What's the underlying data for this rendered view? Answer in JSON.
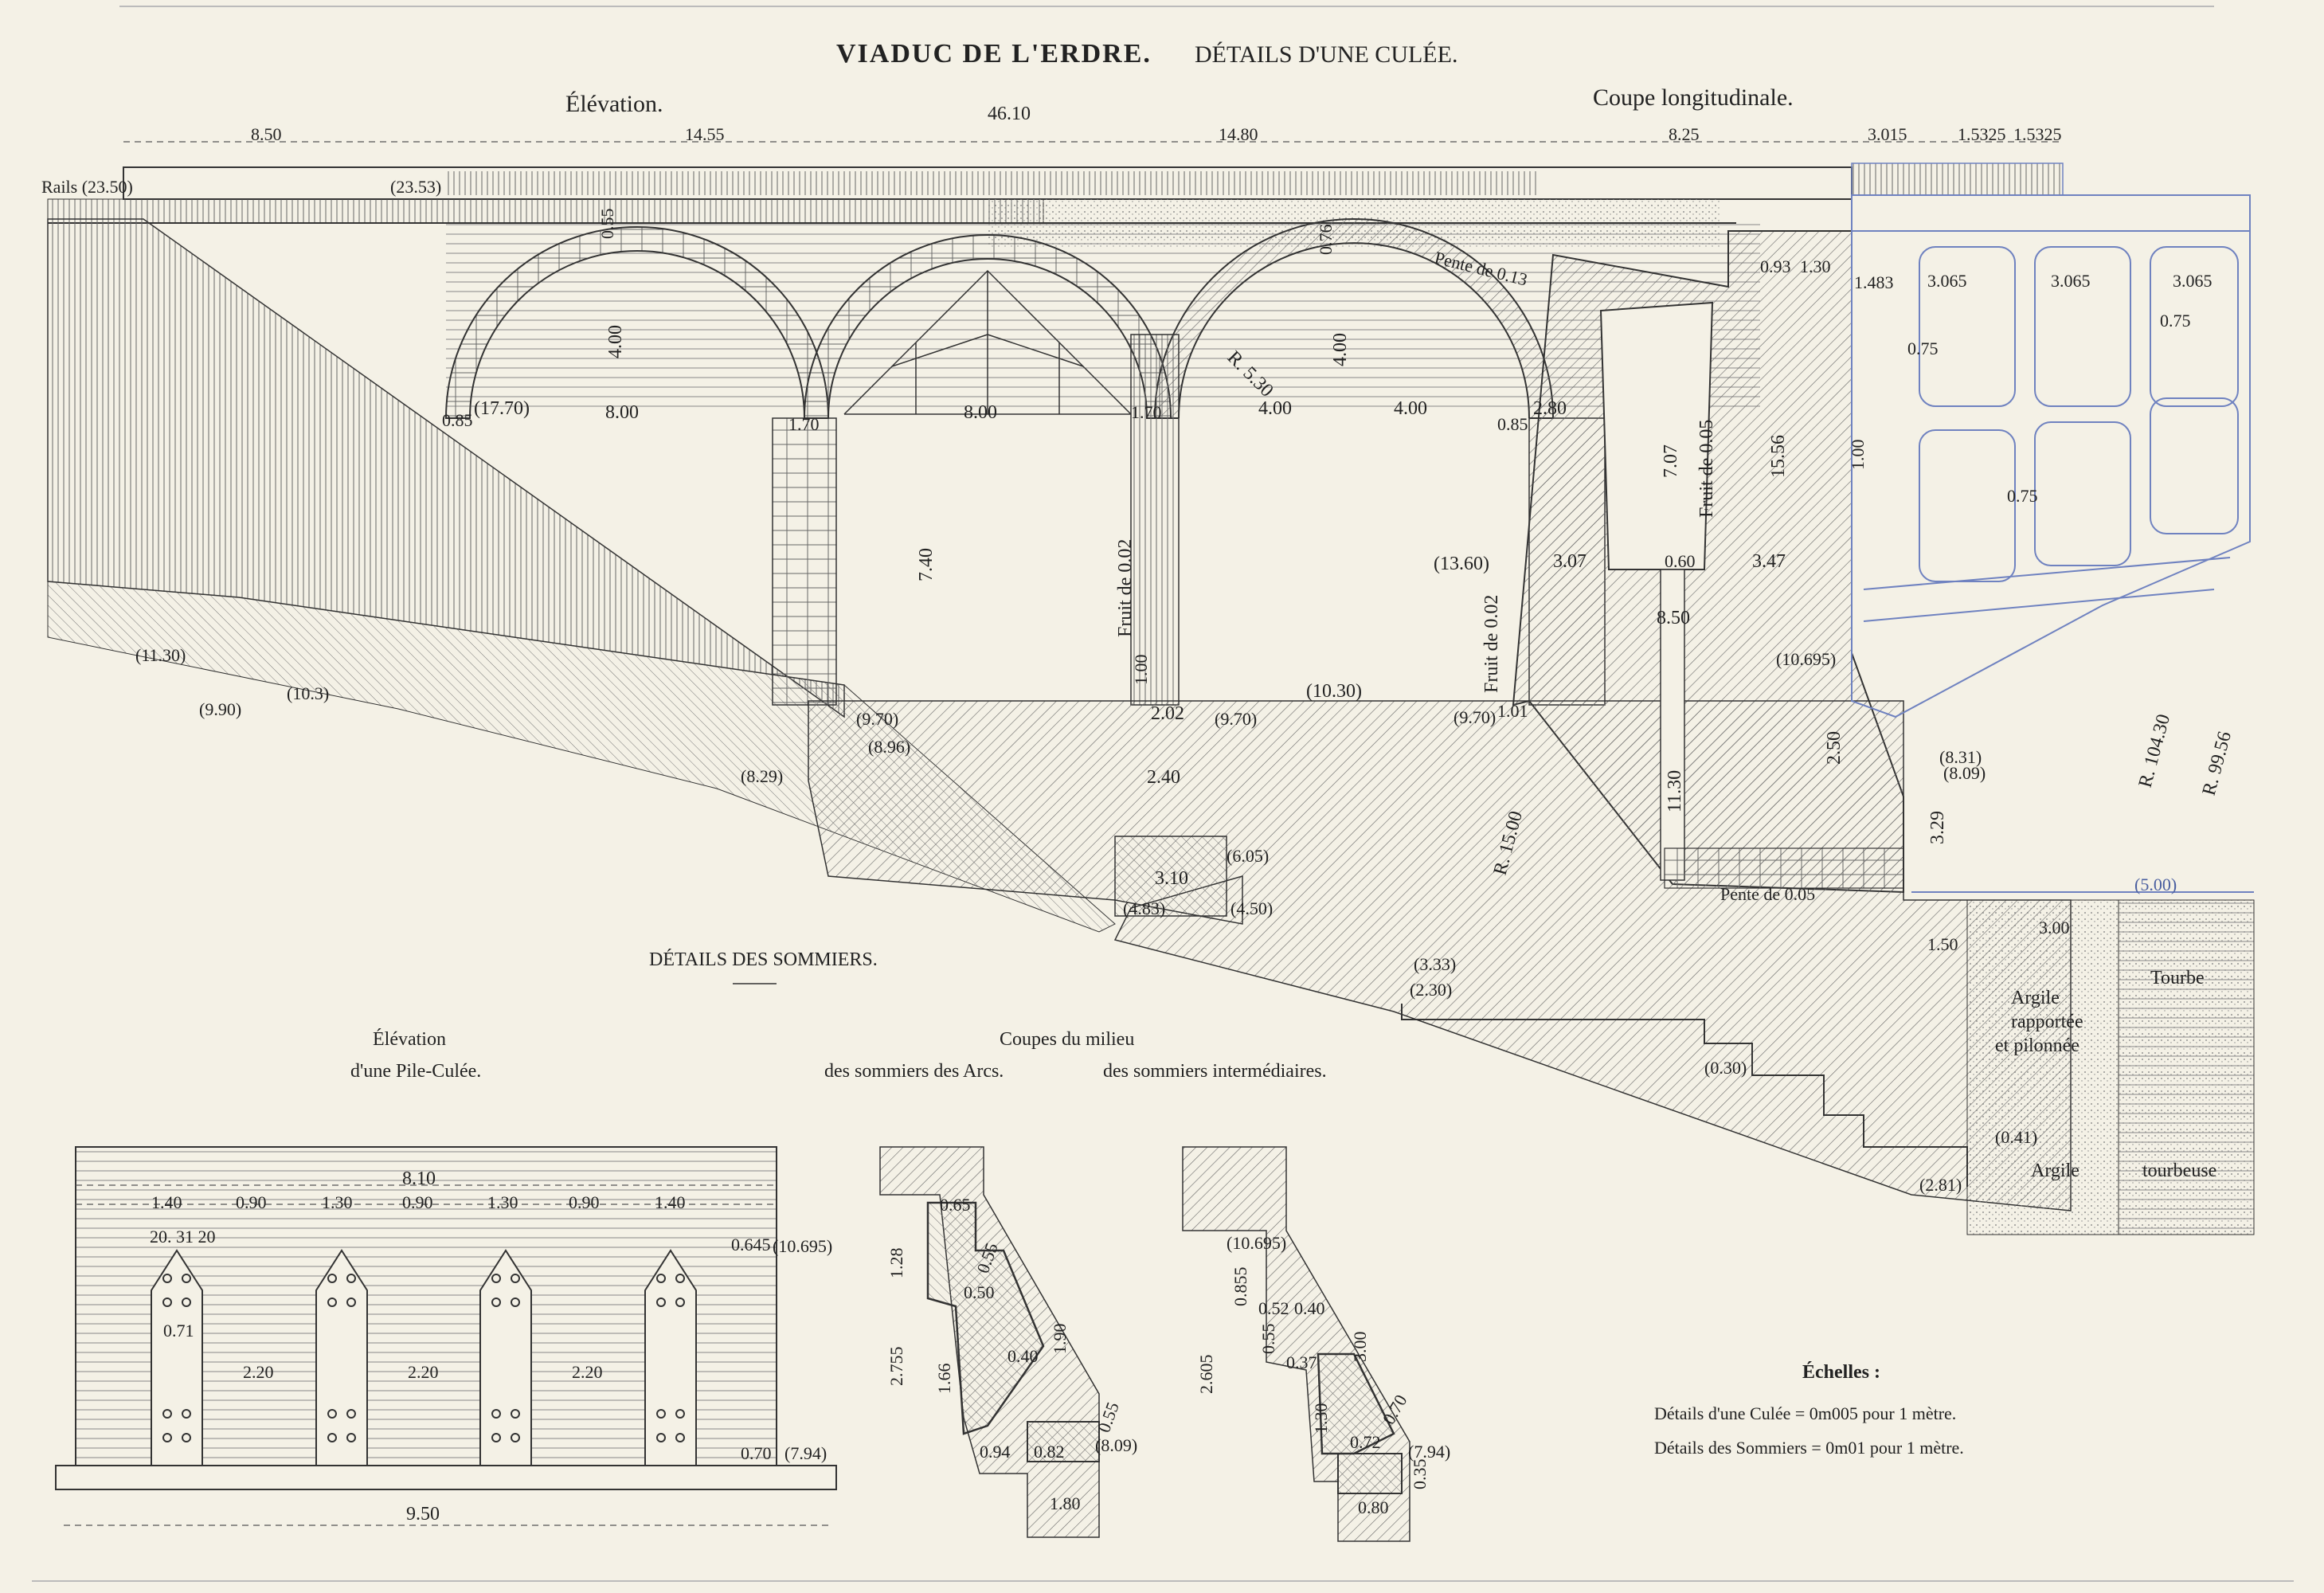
{
  "title": {
    "main": "VIADUC DE L'ERDRE.",
    "sub": "DÉTAILS D'UNE CULÉE."
  },
  "views": {
    "elevation": "Élévation.",
    "section": "Coupe longitudinale.",
    "sommiers_title": "DÉTAILS DES SOMMIERS.",
    "pile_elev_1": "Élévation",
    "pile_elev_2": "d'une Pile-Culée.",
    "coupes_1": "Coupes du milieu",
    "coupes_arcs": "des sommiers des Arcs.",
    "coupes_inter": "des sommiers intermédiaires."
  },
  "top_dims": {
    "total": "46.10",
    "segments": [
      "8.50",
      "14.55",
      "14.80",
      "8.25",
      "3.015",
      "1.5325",
      "1.5325"
    ]
  },
  "main_labels": {
    "rails": "Rails (23.50)",
    "rail_level": "(23.53)",
    "pente": "Pente de 0.13",
    "pente2": "Pente de 0.05",
    "fruit1": "Fruit de 0.02",
    "fruit2": "Fruit de 0.02",
    "fruit3": "Fruit de 0.05",
    "radius": "R. 5.30",
    "r1": "R. 104.30",
    "r2": "R. 99.56",
    "r15": "R. 15.00",
    "dims": [
      "8.00",
      "8.00",
      "4.00",
      "4.00",
      "1.70",
      "1.70",
      "2.80",
      "4.00",
      "4.00",
      "7.40",
      "7.07",
      "15.56",
      "3.07",
      "3.47",
      "8.50",
      "2.02",
      "2.40",
      "3.10",
      "11.30",
      "2.50",
      "3.29",
      "1.50",
      "3.00",
      "0.85",
      "0.85",
      "1.00",
      "1.01",
      "0.75",
      "0.75",
      "0.75",
      "1.00",
      "1.483",
      "3.065",
      "3.065",
      "3.065",
      "0.93",
      "1.30",
      "0.76",
      "0.55",
      "0.60"
    ],
    "levels": [
      "(17.70)",
      "(11.30)",
      "(10.3)",
      "(9.90)",
      "(9.70)",
      "(8.96)",
      "(8.29)",
      "(9.70)",
      "(10.30)",
      "(9.70)",
      "(13.60)",
      "(10.695)",
      "(8.31)",
      "(8.09)",
      "(6.05)",
      "(4.83)",
      "(4.50)",
      "(3.33)",
      "(2.30)",
      "(0.30)",
      "(0.41)",
      "(2.81)",
      "(5.00)"
    ]
  },
  "soil": {
    "argile_rap": [
      "Argile",
      "rapportée",
      "et pilonnée"
    ],
    "tourbe": "Tourbe",
    "argile": "Argile",
    "tourbeuse": "tourbeuse"
  },
  "pile": {
    "total_top": "8.10",
    "total_bottom": "9.50",
    "segs": [
      "1.40",
      "0.90",
      "1.30",
      "0.90",
      "1.30",
      "0.90",
      "1.40"
    ],
    "inner": [
      "2.20",
      "2.20",
      "2.20"
    ],
    "small": [
      "20. 31 20",
      "0.71",
      "0.645",
      "0.70"
    ],
    "levels": [
      "(10.695)",
      "(7.94)"
    ]
  },
  "coupe_arcs": {
    "dims": [
      "0.65",
      "1.28",
      "2.755",
      "1.66",
      "0.50",
      "0.55",
      "0.40",
      "1.90",
      "0.55",
      "0.94",
      "0.82",
      "1.80"
    ],
    "level": "(8.09)"
  },
  "coupe_inter": {
    "dims": [
      "(10.695)",
      "2.605",
      "0.855",
      "0.52",
      "0.55",
      "0.37",
      "0.40",
      "3.00",
      "0.72",
      "0.35",
      "0.70",
      "0.80",
      "1.30"
    ],
    "level": "(7.94)"
  },
  "scales": {
    "heading": "Échelles :",
    "line1": "Détails d'une Culée = 0m005 pour 1 mètre.",
    "line2": "Détails des Sommiers = 0m01 pour 1 mètre."
  }
}
